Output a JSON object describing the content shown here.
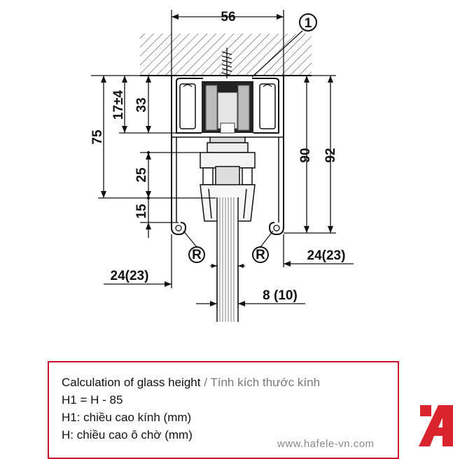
{
  "dimensions": {
    "width_top": "56",
    "callout": "1",
    "left_17": "17±4",
    "left_33": "33",
    "left_75": "75",
    "left_25": "25",
    "left_15": "15",
    "right_90": "90",
    "right_92": "92",
    "side_right": "24(23)",
    "side_left": "24(23)",
    "glass": "8 (10)",
    "r_left": "R",
    "r_right": "R"
  },
  "info": {
    "title_en": "Calculation of glass height",
    "title_sep": " / ",
    "title_vi": "Tính kích thước kính",
    "formula": "H1 = H - 85",
    "h1_def": "H1: chiều cao kính (mm)",
    "h_def": "H: chiều cao ô chờ (mm)"
  },
  "watermark": "www.hafele-vn.com",
  "colors": {
    "border": "#c8102e",
    "logo": "#d9232d"
  }
}
